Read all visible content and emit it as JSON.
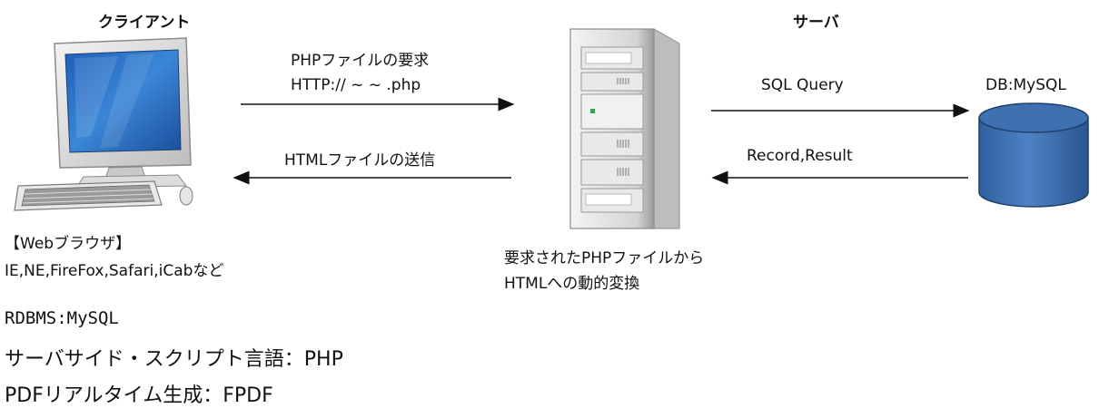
{
  "client": {
    "title": "クライアント",
    "browser_heading": "【Webブラウザ】",
    "browser_list": "IE,NE,FireFox,Safari,iCabなど"
  },
  "server": {
    "title": "サーバ",
    "caption_line1": "要求されたPHPファイルから",
    "caption_line2": "HTMLへの動的変換"
  },
  "database": {
    "label": "DB:MySQL"
  },
  "flows": {
    "request_line1": "PHPファイルの要求",
    "request_line2": "HTTP:// ~ ~ .php",
    "response": "HTMLファイルの送信",
    "query": "SQL Query",
    "result": "Record,Result"
  },
  "notes": {
    "rdbms": "RDBMS:MySQL",
    "script_lang": "サーバサイド・スクリプト言語：PHP",
    "pdf": "PDFリアルタイム生成：FPDF"
  },
  "colors": {
    "db_blue": "#3f6fb0",
    "screen_blue": "#2b6cc4",
    "server_gray": "#d8d8d8"
  }
}
